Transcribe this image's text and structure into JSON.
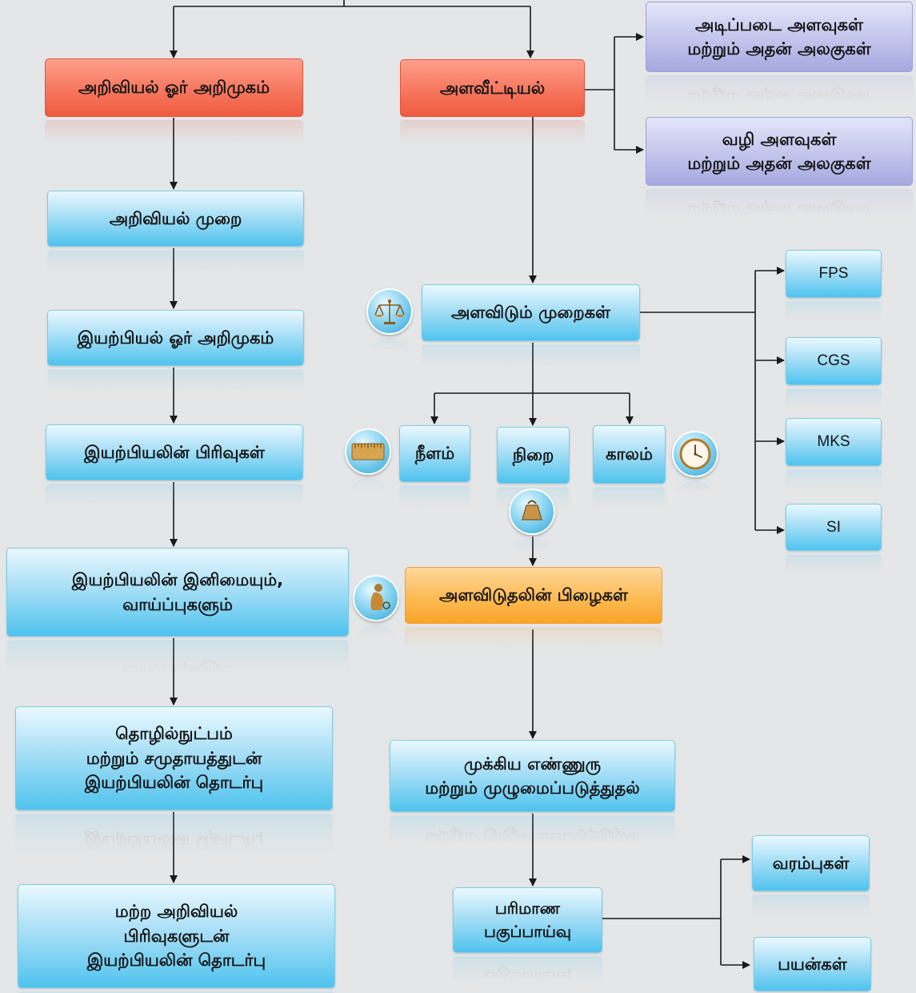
{
  "nodes": {
    "intro_science": "அறிவியல் ஓர் அறிமுகம்",
    "measurement": "அளவீட்டியல்",
    "fundamental_quantities": "அடிப்படை அளவுகள்\nமற்றும் அதன் அலகுகள்",
    "derived_quantities": "வழி அளவுகள்\nமற்றும் அதன் அலகுகள்",
    "scientific_method": "அறிவியல் முறை",
    "intro_physics": "இயற்பியல் ஓர் அறிமுகம்",
    "branches_physics": "இயற்பியலின் பிரிவுகள்",
    "beauty_scope": "இயற்பியலின் இனிமையும்,\nவாய்ப்புகளும்",
    "technology_society": "தொழில்நுட்பம்\nமற்றும் சமுதாயத்துடன்\nஇயற்பியலின் தொடர்பு",
    "other_sciences": "மற்ற அறிவியல்\nபிரிவுகளுடன்\nஇயற்பியலின் தொடர்பு",
    "measurement_systems": "அளவிடும் முறைகள்",
    "fps": "FPS",
    "cgs": "CGS",
    "mks": "MKS",
    "si": "SI",
    "length": "நீளம்",
    "mass": "நிறை",
    "time": "காலம்",
    "errors": "அளவிடுதலின் பிழைகள்",
    "significant_figures": "முக்கிய எண்ணுரு\nமற்றும் முழுமைப்படுத்துதல்",
    "dimensional_analysis": "பரிமாண\nபகுப்பாய்வு",
    "limitations": "வரம்புகள்",
    "uses": "பயன்கள்"
  },
  "colors": {
    "connector": "#1a1a1a",
    "background": "#e4e6e8",
    "blue_node": "#4fc3ee",
    "red_node": "#ef5a3f",
    "purple_node": "#a6a8e0",
    "orange_node": "#f9a326"
  },
  "icons": {
    "measurement_systems": "balance-scale-icon",
    "length": "ruler-icon",
    "time": "clock-icon",
    "mass": "weight-icon",
    "errors": "inspector-icon"
  }
}
